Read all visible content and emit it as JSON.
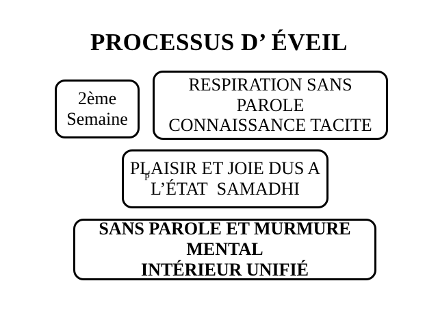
{
  "slide": {
    "title": "PROCESSUS D’ ÉVEIL",
    "background_color": "#ffffff",
    "text_color": "#000000",
    "box_border_color": "#000000",
    "boxes": {
      "week": {
        "text": "2ème\nSemaine",
        "bold": false
      },
      "respiration": {
        "text": "RESPIRATION SANS\nPAROLE\nCONNAISSANCE TACITE",
        "bold": false
      },
      "plaisir": {
        "text": "PLAISIR ET JOIE DUS A\nL’ÉTAT  SAMADHI",
        "bold": false,
        "stray_glyph": "P"
      },
      "murmure": {
        "text": "SANS PAROLE ET MURMURE\nMENTAL\nINTÉRIEUR UNIFIÉ",
        "bold": true
      }
    }
  }
}
